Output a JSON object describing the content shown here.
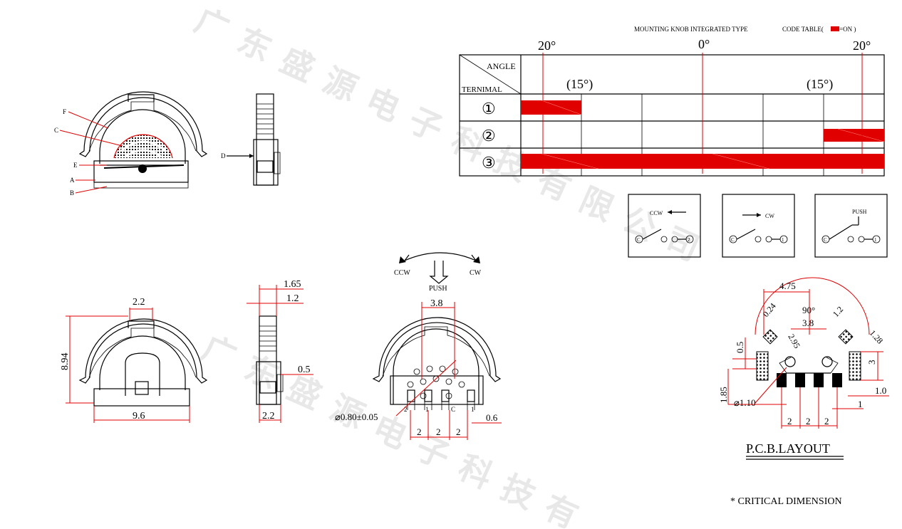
{
  "watermark": {
    "top_chars": [
      "广",
      "东",
      "盛",
      "源",
      "电",
      "子",
      "科",
      "技",
      "有",
      "限",
      "公",
      "司"
    ],
    "bottom_chars": [
      "广",
      "东",
      "盛",
      "源",
      "电",
      "子",
      "科",
      "技",
      "有"
    ]
  },
  "code_table": {
    "type_title": "MOUNTING KNOB INTEGRATED TYPE",
    "code_legend_prefix": "CODE TABLE(",
    "code_legend_suffix": "=ON )",
    "on_color": "#e00000",
    "angle_ticks": [
      "20°",
      "0°",
      "20°"
    ],
    "header_angle": "ANGLE",
    "header_terminal": "TERNIMAL",
    "detent_labels": [
      "(15°)",
      "(15°)"
    ],
    "terminals": [
      "①",
      "②",
      "③"
    ]
  },
  "switch_states": [
    {
      "direction_label": "CCW",
      "terminal_left": "C",
      "terminal_right": "2"
    },
    {
      "direction_label": "CW",
      "terminal_left": "C",
      "terminal_right": "1"
    },
    {
      "direction_label": "PUSH",
      "terminal_left": "C",
      "terminal_right": "1"
    }
  ],
  "part_callouts": [
    "F",
    "C",
    "E",
    "A",
    "B",
    "D"
  ],
  "front_view": {
    "top_width": "2.2",
    "height": "8.94",
    "base_width": "9.6"
  },
  "side_view": {
    "total_width": "1.65",
    "inner_width": "1.2",
    "pin_offset": "0.5",
    "base_width": "2.2"
  },
  "bottom_view": {
    "knob_ccw": "CCW",
    "knob_cw": "CW",
    "knob_push": "PUSH",
    "pin_span": "3.8",
    "pin_labels": [
      "2",
      "1",
      "C",
      "1"
    ],
    "hole_dia": "⌀0.80±0.05",
    "pitch": [
      "2",
      "2",
      "2"
    ],
    "pin_width": "0.6"
  },
  "pcb_layout": {
    "dims": {
      "width_top": "4.75",
      "diag_a": "0.24",
      "angle": "90°",
      "diag_b": "1.2",
      "diag_c": "1.28",
      "center": "3.8",
      "diag_d": "2.95",
      "left_gap": "0.5",
      "right_h": "3",
      "hole": "⌀1.10",
      "height": "1.85",
      "right_w": "1.0",
      "pad_off": "1",
      "pitch": [
        "2",
        "2",
        "2"
      ]
    },
    "title": "P.C.B.LAYOUT"
  },
  "note": "* CRITICAL  DIMENSION"
}
